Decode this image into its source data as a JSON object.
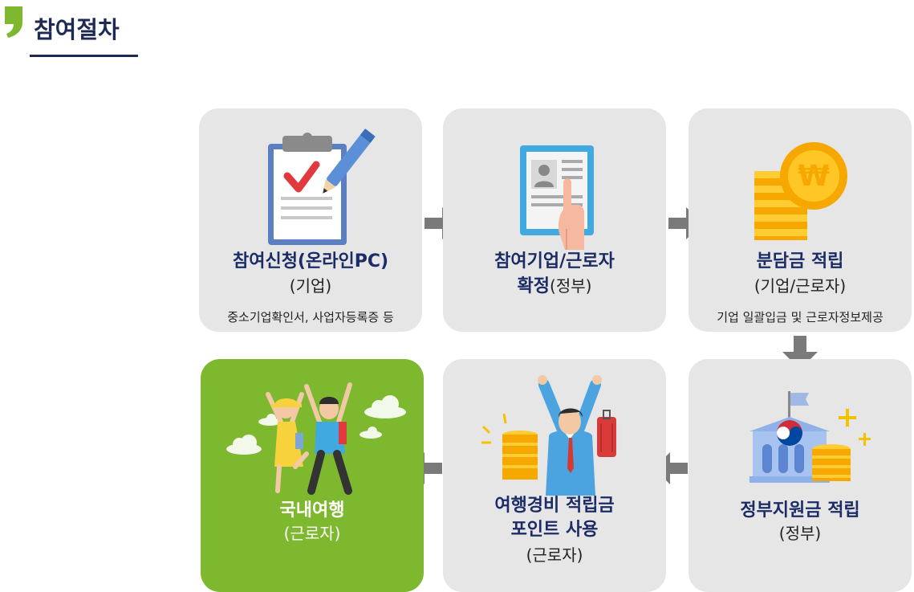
{
  "header": {
    "title": "참여절차"
  },
  "steps": [
    {
      "title": "참여신청(온라인PC)",
      "subtitle": "(기업)",
      "note": "중소기업확인서, 사업자등록증 등"
    },
    {
      "title_line1": "참여기업/근로자",
      "title_line2": "확정",
      "subtitle_inline": "(정부)"
    },
    {
      "title": "분담금 적립",
      "subtitle": "(기업/근로자)",
      "note": "기업 일괄입금 및 근로자정보제공"
    },
    {
      "title": "정부지원금 적립",
      "subtitle": "(정부)"
    },
    {
      "title_line1": "여행경비 적립금",
      "title_line2": "포인트 사용",
      "subtitle": "(근로자)"
    },
    {
      "title": "국내여행",
      "subtitle": "(근로자)"
    }
  ],
  "icons": {
    "step1": "clipboard-check-pen-icon",
    "step2": "tablet-profile-touch-icon",
    "step3": "won-coin-stack-icon",
    "step4": "government-building-coins-icon",
    "step5": "cheering-traveler-icon",
    "step6": "happy-travelers-icon"
  },
  "colors": {
    "title": "#1c2c66",
    "box": "#e6e6e6",
    "final_box": "#7db82f",
    "arrow": "#7a7a7a"
  }
}
